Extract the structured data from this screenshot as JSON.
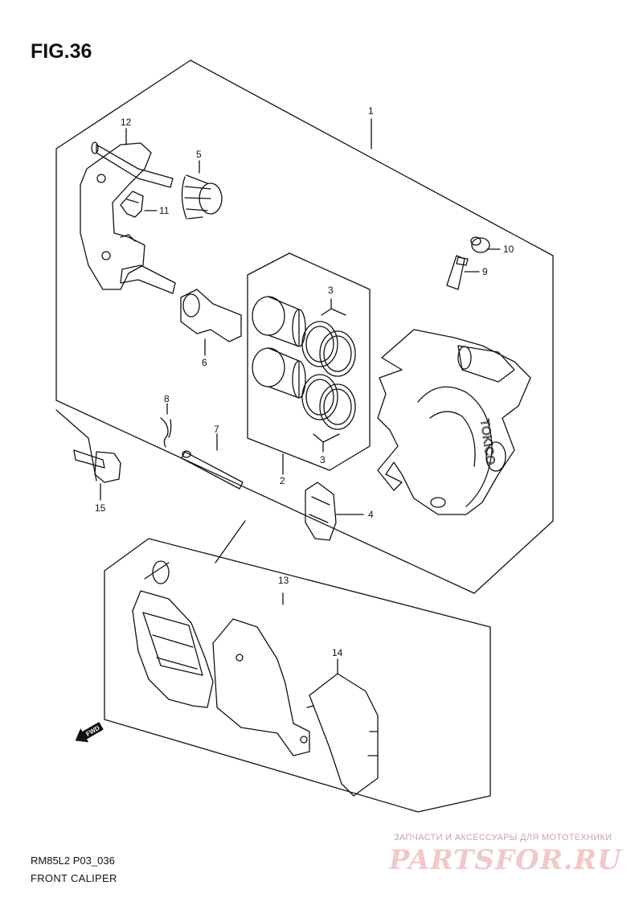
{
  "figure": {
    "title": "FIG.36"
  },
  "callouts": [
    {
      "id": "c1",
      "text": "1"
    },
    {
      "id": "c2",
      "text": "2"
    },
    {
      "id": "c3a",
      "text": "3"
    },
    {
      "id": "c3b",
      "text": "3"
    },
    {
      "id": "c4",
      "text": "4"
    },
    {
      "id": "c5",
      "text": "5"
    },
    {
      "id": "c6",
      "text": "6"
    },
    {
      "id": "c7",
      "text": "7"
    },
    {
      "id": "c8",
      "text": "8"
    },
    {
      "id": "c9",
      "text": "9"
    },
    {
      "id": "c10",
      "text": "10"
    },
    {
      "id": "c11",
      "text": "11"
    },
    {
      "id": "c12",
      "text": "12"
    },
    {
      "id": "c13",
      "text": "13"
    },
    {
      "id": "c14",
      "text": "14"
    },
    {
      "id": "c15",
      "text": "15"
    }
  ],
  "caliper_brand": "TOKICO",
  "fwd_arrow": {
    "label": "FWD",
    "icon": "fwd-arrow-icon"
  },
  "footer": {
    "code": "RM85L2 P03_036",
    "name": "FRONT CALIPER"
  },
  "watermark": {
    "tagline": "ЗАПЧАСТИ И АКСЕССУАРЫ ДЛЯ МОТОТЕХНИКИ",
    "logo": "PARTSFOR.RU"
  },
  "colors": {
    "line": "#111111",
    "watermark": "#f1c8c8"
  }
}
